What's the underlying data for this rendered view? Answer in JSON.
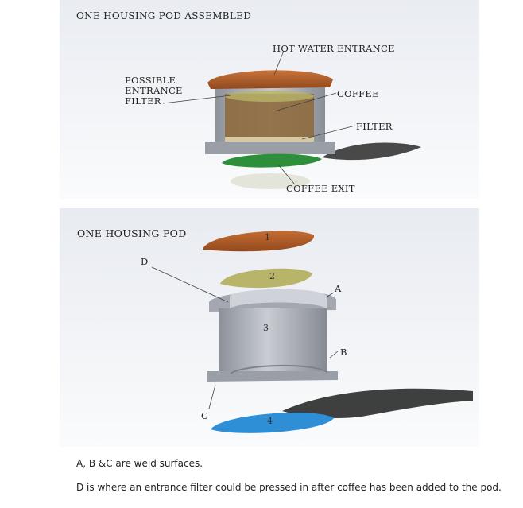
{
  "panel1": {
    "title": "ONE HOUSING POD ASSEMBLED",
    "labels": {
      "hot_water_entrance": "HOT WATER ENTRANCE",
      "possible_entrance_filter": "POSSIBLE\nENTRANCE\nFILTER",
      "coffee": "COFFEE",
      "filter": "FILTER",
      "coffee_exit": "COFFEE EXIT"
    }
  },
  "panel2": {
    "title": "ONE HOUSING POD",
    "parts": {
      "p1": "1",
      "p2": "2",
      "p3": "3",
      "p4": "4"
    },
    "letters": {
      "a": "A",
      "b": "B",
      "c": "C",
      "d": "D"
    }
  },
  "notes": {
    "line1": "A, B &C are weld surfaces.",
    "line2": "D is where an entrance filter could be pressed in after coffee has been added to the pod."
  },
  "colors": {
    "lid": "#b5612a",
    "filter_disc": "#b8b469",
    "exit_green": "#2e8f3a",
    "exit_blue": "#2e8fd6",
    "housing": "#a3a7b0",
    "coffee": "#8e6a3e",
    "shadow": "#2a2a2a"
  }
}
